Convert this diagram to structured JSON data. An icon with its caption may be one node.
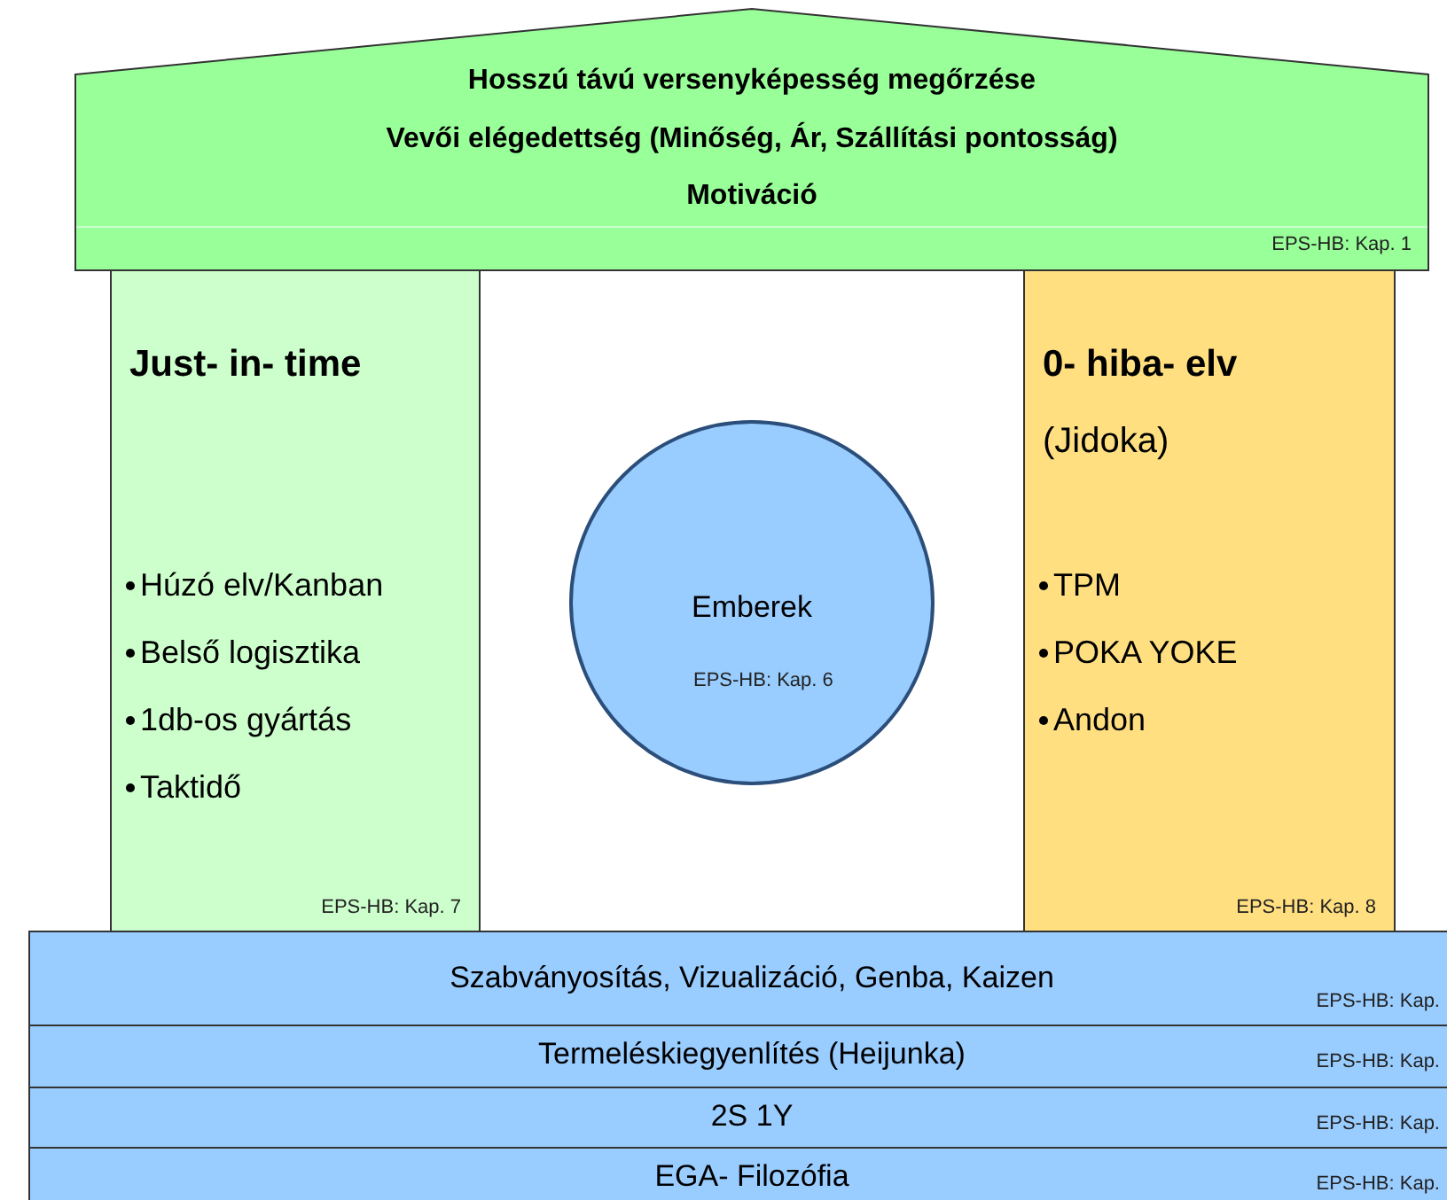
{
  "diagram": {
    "nodes": [
      {
        "text": [
          "Hosszú távú versenyképesség megőrzése",
          "Vevői elégedettség (Minőség, Ár, Szállítási pontosság)",
          "Motiváció",
          "EPS-HB:  Kap. 1"
        ]
      },
      {
        "text": [
          "Just- in- time",
          "Húzó elv/Kanban",
          "Belső logisztika",
          "1db-os gyártás",
          "Taktidő",
          "EPS-HB:  Kap. 7"
        ]
      },
      {
        "text": [
          "Emberek",
          "EPS-HB:  Kap. 6"
        ]
      },
      {
        "text": [
          "0- hiba- elv",
          "(Jidoka)",
          "TPM",
          "POKA YOKE",
          "Andon",
          "EPS-HB:  Kap. 8"
        ]
      },
      {
        "text": [
          "Szabványosítás, Vizualizáció, Genba, Kaizen",
          "EPS-HB:  Kap."
        ]
      },
      {
        "text": [
          "Termeléskiegyenlítés (Heijunka)",
          "EPS-HB:  Kap."
        ]
      },
      {
        "text": [
          "2S 1Y",
          "EPS-HB:  Kap."
        ]
      },
      {
        "text": [
          "EGA- Filozófia",
          "EPS-HB:  Kap."
        ]
      }
    ]
  }
}
